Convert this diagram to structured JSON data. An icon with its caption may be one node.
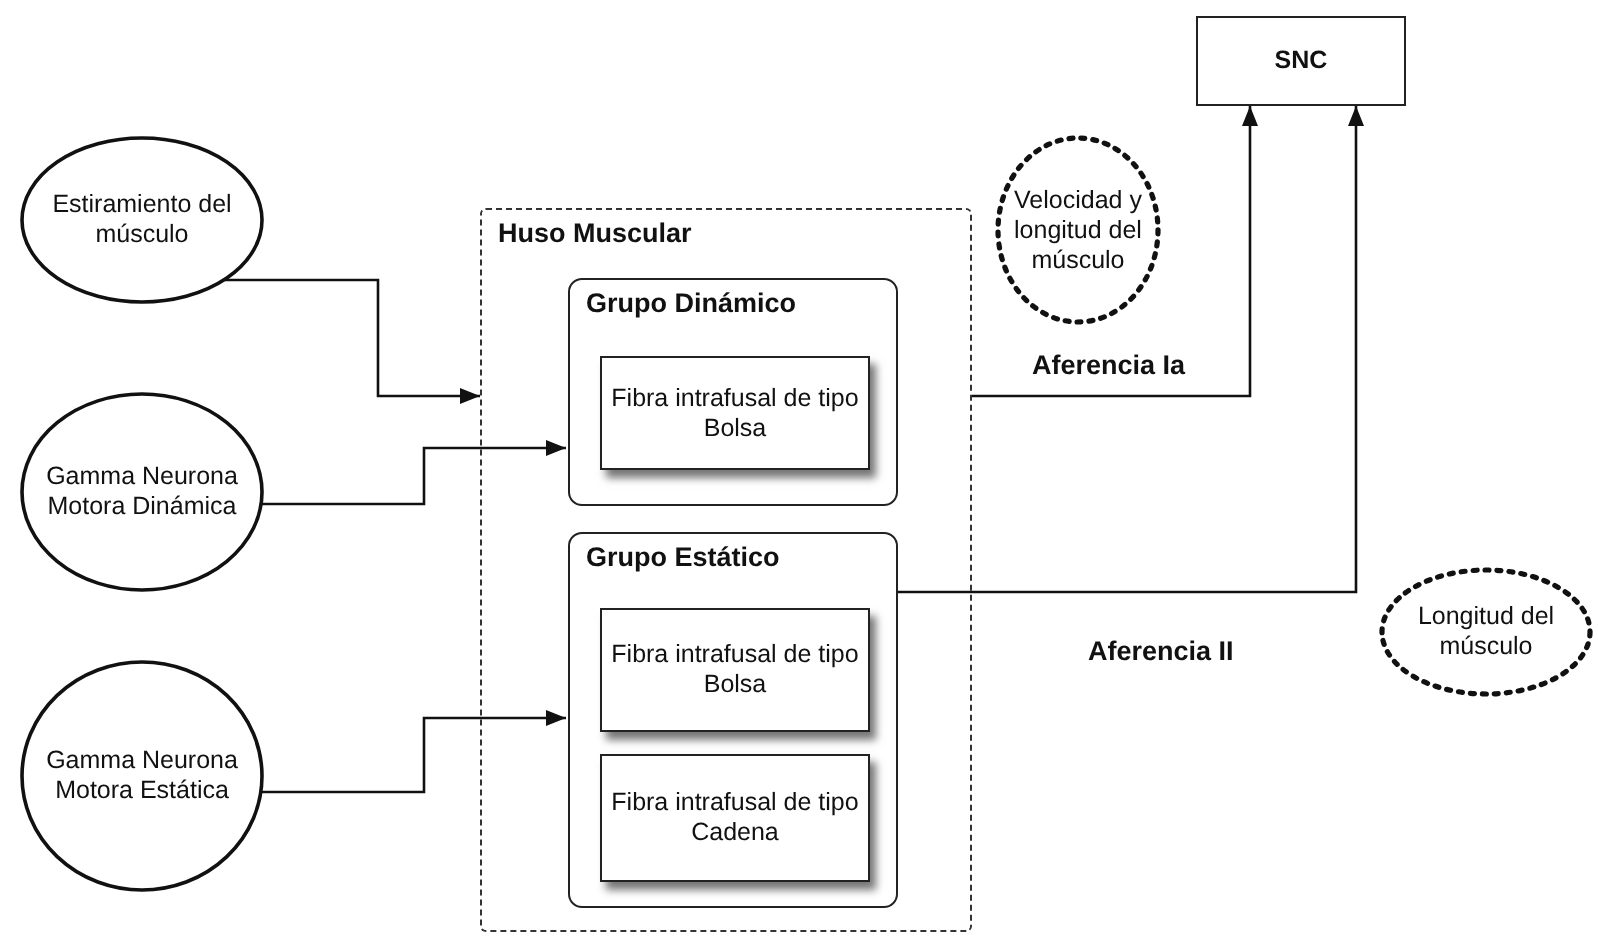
{
  "diagram": {
    "nodes": [
      {
        "text": [
          "Estiramiento del músculo"
        ]
      },
      {
        "text": [
          "Gamma Neurona Motora Dinámica"
        ]
      },
      {
        "text": [
          "Gamma Neurona Motora Estática"
        ]
      },
      {
        "text": [
          "Huso Muscular"
        ]
      },
      {
        "text": [
          "Grupo Dinámico"
        ],
        "in": 3
      },
      {
        "text": [
          "Fibra intrafusal de tipo Bolsa"
        ],
        "in": 4
      },
      {
        "text": [
          "Grupo Estático"
        ],
        "in": 3
      },
      {
        "text": [
          "Fibra intrafusal de tipo Bolsa"
        ],
        "in": 6
      },
      {
        "text": [
          "Fibra intrafusal de tipo Cadena"
        ],
        "in": 6
      },
      {
        "text": [
          "SNC"
        ]
      },
      {
        "text": [
          "Velocidad y longitud del músculo"
        ]
      },
      {
        "text": [
          "Longitud del músculo"
        ]
      }
    ],
    "edges": [
      {
        "from": 0,
        "to": 3,
        "arrow": "to"
      },
      {
        "from": 1,
        "to": 4,
        "arrow": "to"
      },
      {
        "from": 2,
        "to": 6,
        "arrow": "to"
      },
      {
        "from": 3,
        "to": 9,
        "arrow": "to",
        "label": "Aferencia Ia"
      },
      {
        "from": 6,
        "to": 9,
        "arrow": "to",
        "label": "Aferencia II"
      }
    ]
  }
}
